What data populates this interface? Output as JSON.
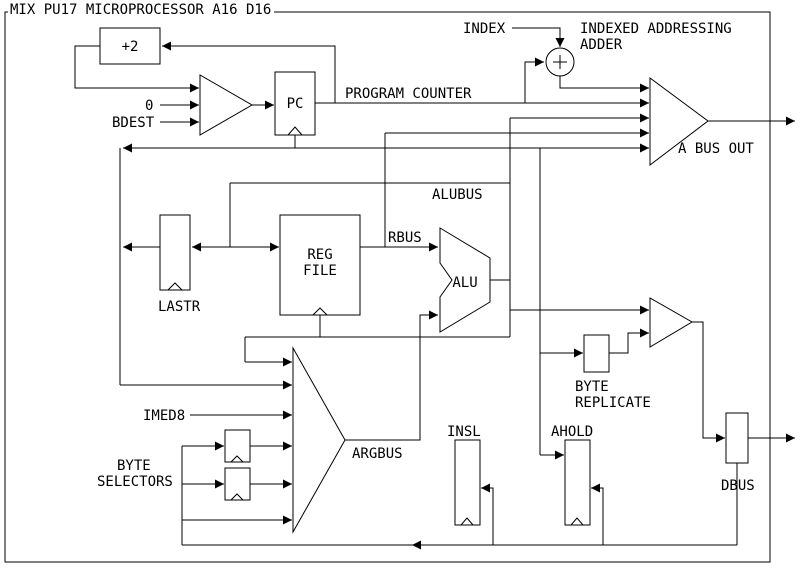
{
  "title": "MIX PU17 MICROPROCESSOR A16 D16",
  "colors": {
    "background": "#ffffff",
    "line": "#000000",
    "text": "#000000"
  },
  "labels": {
    "incrementer": "+2",
    "mux_input_zero": "0",
    "mux_input_bdest": "BDEST",
    "pc": "PC",
    "program_counter_bus": "PROGRAM COUNTER",
    "index_input": "INDEX",
    "indexed_adder_line1": "INDEXED ADDRESSING",
    "indexed_adder_line2": "ADDER",
    "a_bus_out": "A BUS OUT",
    "alubus": "ALUBUS",
    "reg_file_line1": "REG",
    "reg_file_line2": "FILE",
    "rbus": "RBUS",
    "alu": "ALU",
    "lastr": "LASTR",
    "byte_replicate_line1": "BYTE",
    "byte_replicate_line2": "REPLICATE",
    "imed8": "IMED8",
    "byte_selectors_line1": "BYTE",
    "byte_selectors_line2": "SELECTORS",
    "argbus": "ARGBUS",
    "insl": "INSL",
    "ahold": "AHOLD",
    "dbus": "DBUS"
  }
}
